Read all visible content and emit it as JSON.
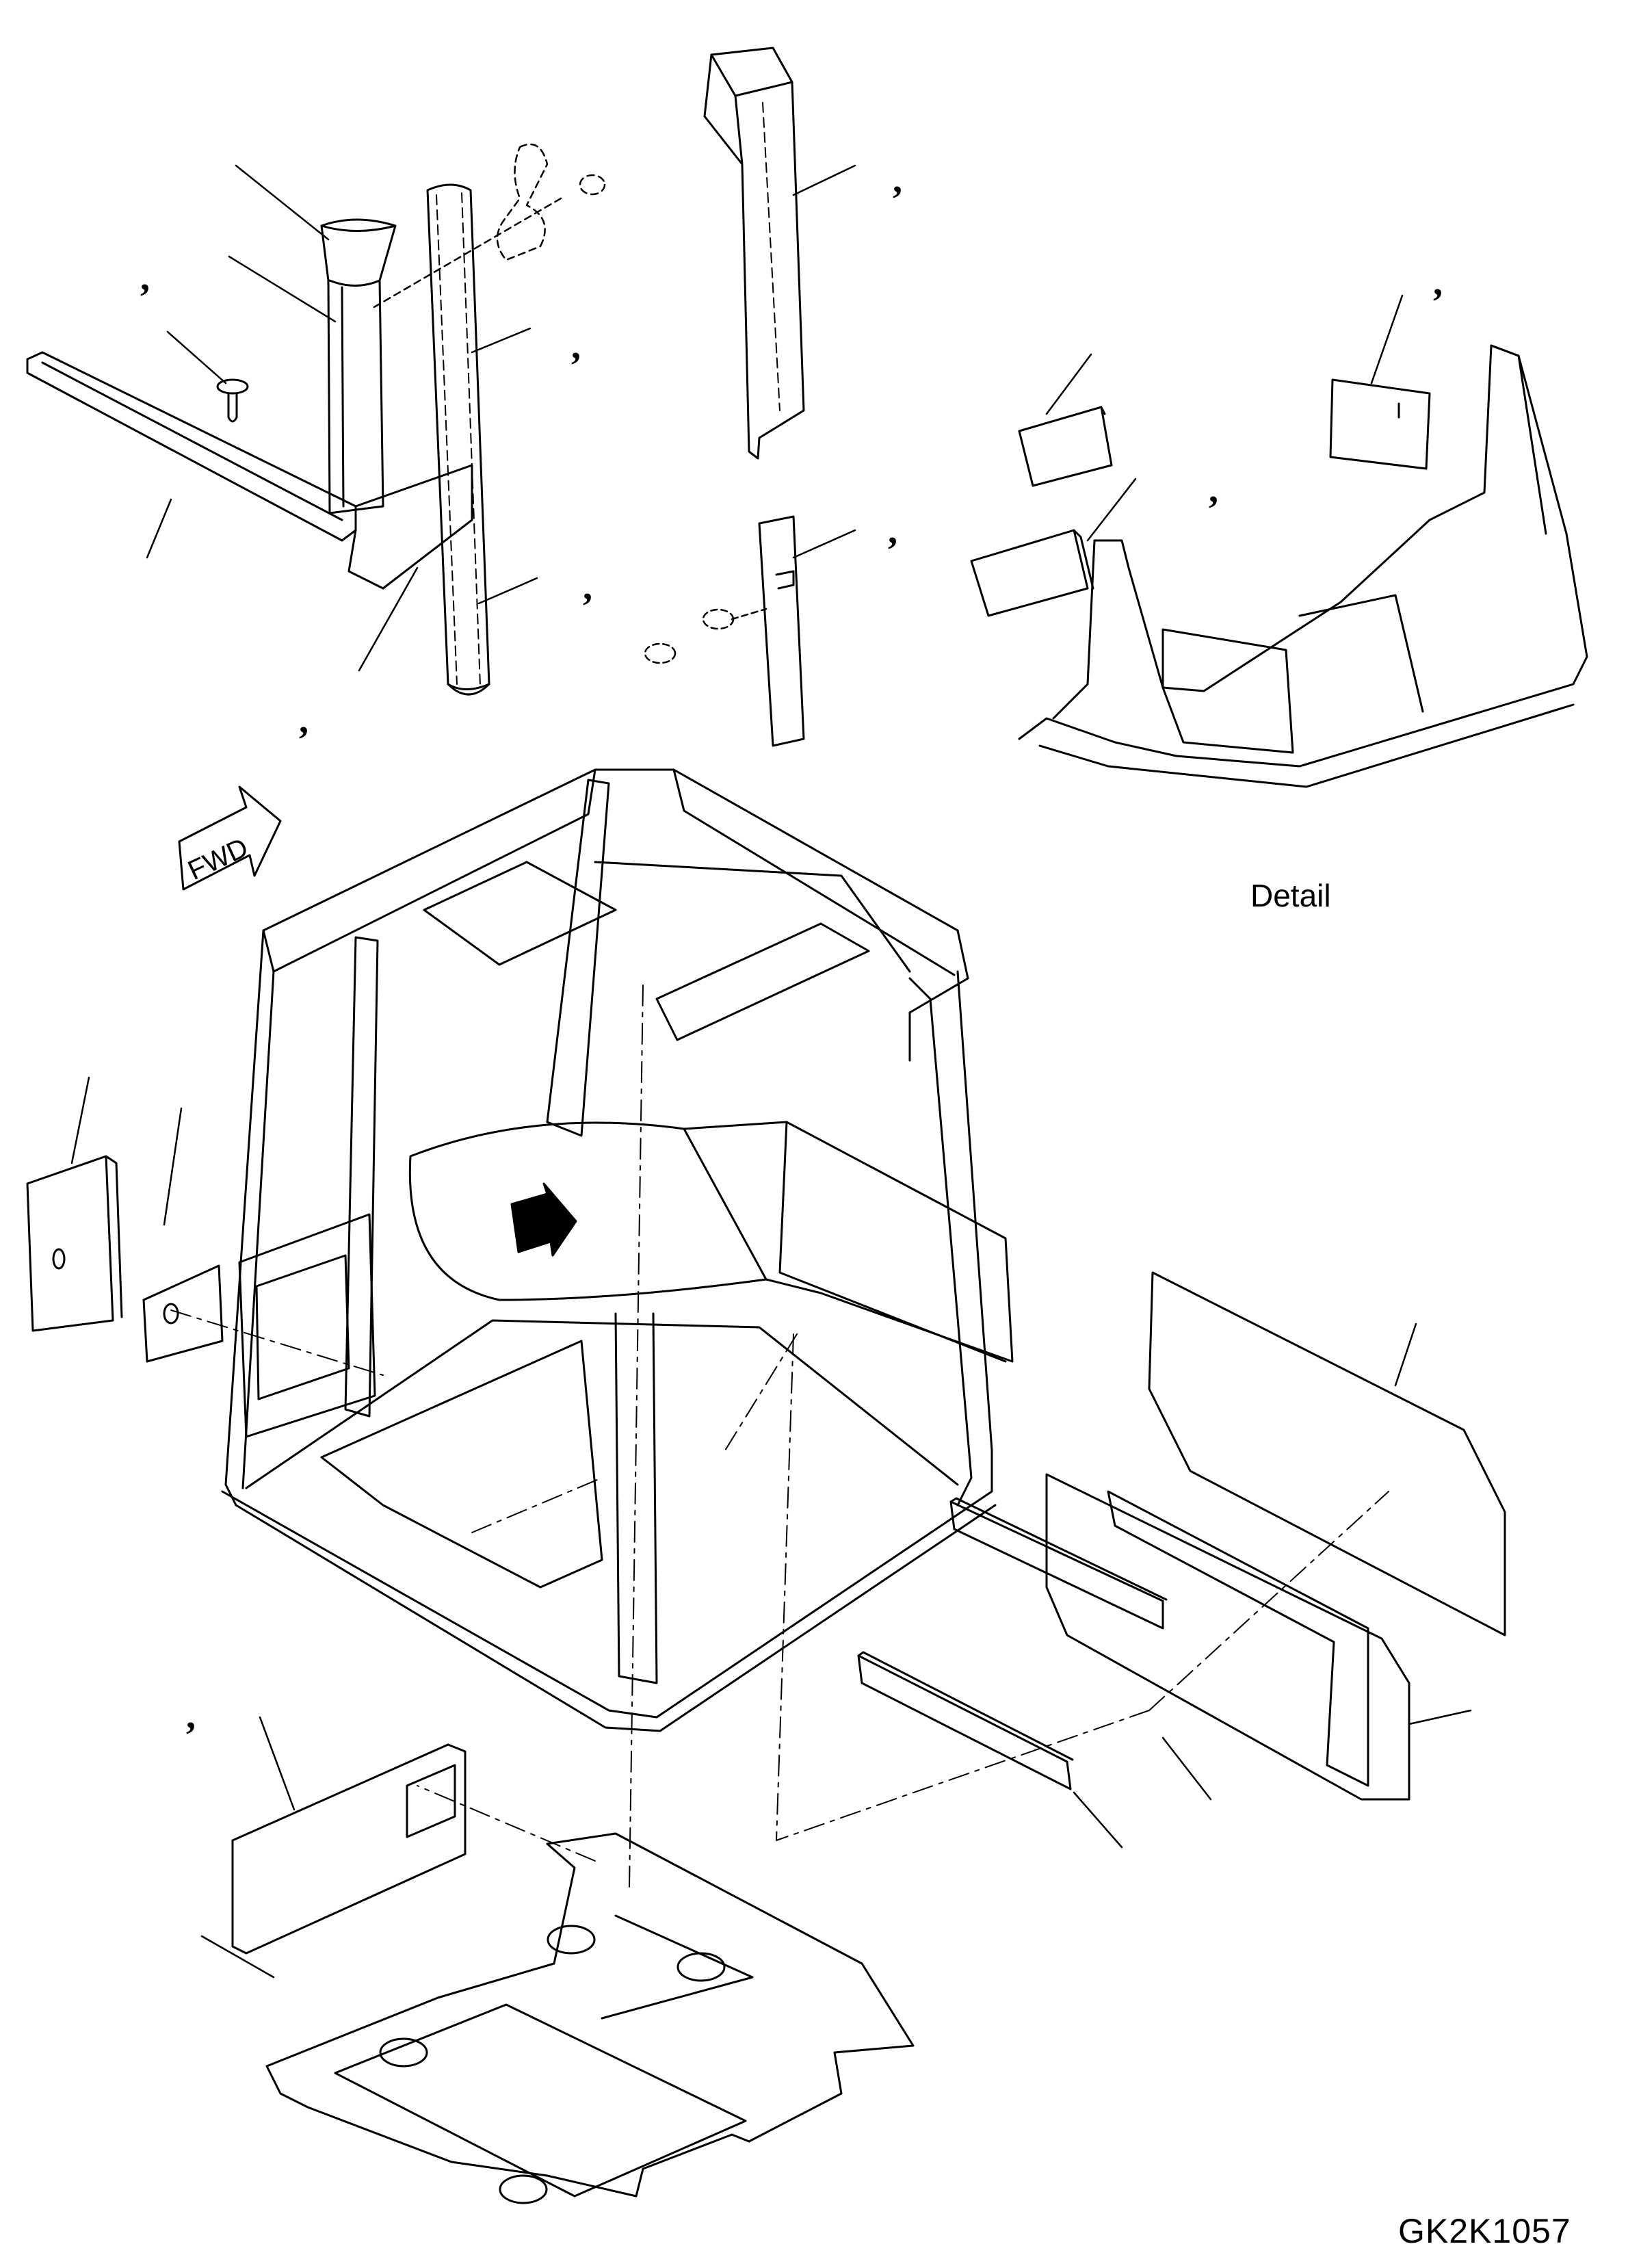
{
  "diagram": {
    "detail_label": "Detail",
    "drawing_number": "GK2K1057",
    "fwd_label": "FWD"
  }
}
